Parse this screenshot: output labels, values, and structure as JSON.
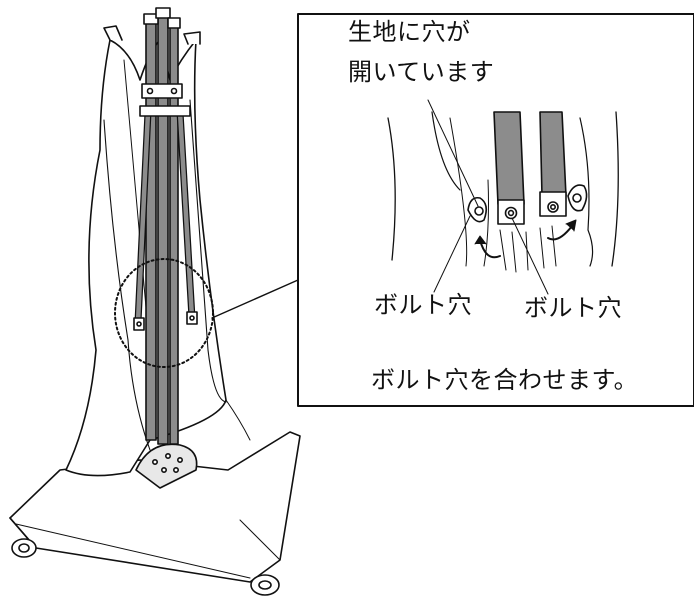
{
  "callout": {
    "fabric_hole_line1": "生地に穴が",
    "fabric_hole_line2": "開いています",
    "bolt_hole_left": "ボルト穴",
    "bolt_hole_right": "ボルト穴",
    "instruction": "ボルト穴を合わせます。"
  },
  "colors": {
    "line": "#111111",
    "pole_fill": "#8c8c8c",
    "background": "#ffffff"
  },
  "icons": [
    "rotation-arrow-icon",
    "rotation-arrow-icon"
  ]
}
